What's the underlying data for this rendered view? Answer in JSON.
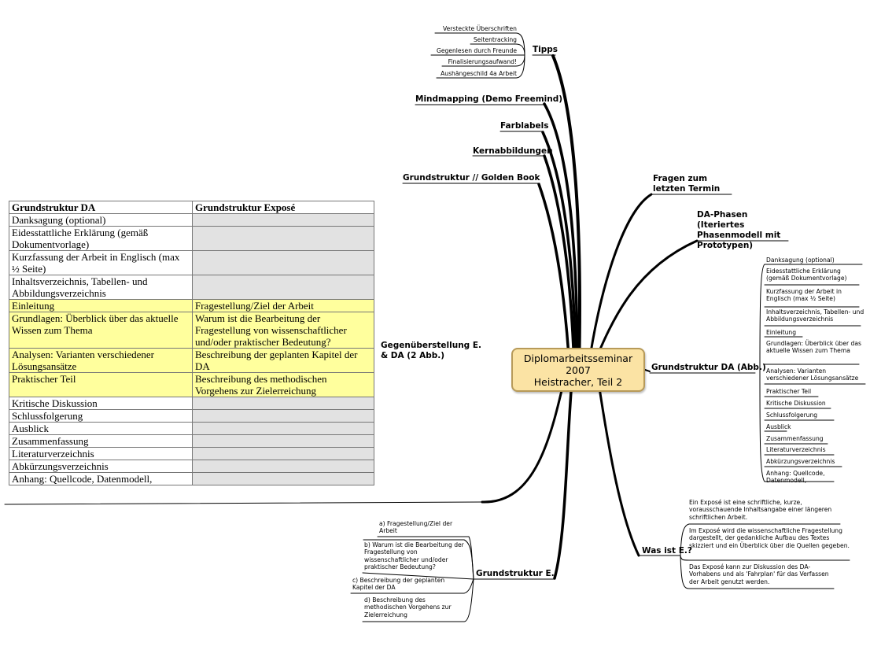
{
  "center": {
    "lines": [
      "Diplomarbeitsseminar",
      "2007",
      "Heistracher, Teil 2"
    ]
  },
  "left_branches": {
    "tipps": "Tipps",
    "mindmapping": "Mindmapping (Demo Freemind)",
    "farblabels": "Farblabels",
    "kernabbildungen": "Kernabbildungen",
    "golden_book": "Grundstruktur // Golden Book",
    "gegenueberstellung": "Gegenüberstellung E. & DA (2 Abb.)",
    "grundstruktur_e": "Grundstruktur E."
  },
  "tipps_items": [
    "Versteckte Überschriften",
    "Seitentracking",
    "Gegenlesen durch Freunde",
    "Finalisierungsaufwand!",
    "Aushängeschild 4a Arbeit"
  ],
  "grundstruktur_e_items": [
    "a) Fragestellung/Ziel der Arbeit",
    "b) Warum ist die Bearbeitung der Fragestellung von wissenschaftlicher und/oder praktischer Bedeutung?",
    "c) Beschreibung der geplanten Kapitel der DA",
    "d) Beschreibung des methodischen Vorgehens zur Zielerreichung"
  ],
  "right_branches": {
    "fragen": "Fragen zum letzten Termin",
    "phasen": "DA-Phasen (Iteriertes Phasenmodell mit Prototypen)",
    "grundstruktur_da_abb": "Grundstruktur DA (Abb.)",
    "was_ist": "Was ist E.?"
  },
  "da_items": [
    "Danksagung (optional)",
    "Eidesstattliche Erklärung (gemäß Dokumentvorlage)",
    "Kurzfassung der Arbeit in Englisch (max ½ Seite)",
    "Inhaltsverzeichnis, Tabellen- und Abbildungsverzeichnis",
    "Einleitung",
    "Grundlagen: Überblick über das aktuelle Wissen zum Thema",
    "Analysen: Varianten verschiedener Lösungsansätze",
    "Praktischer Teil",
    "Kritische Diskussion",
    "Schlussfolgerung",
    "Ausblick",
    "Zusammenfassung",
    "Literaturverzeichnis",
    "Abkürzungsverzeichnis",
    "Anhang: Quellcode, Datenmodell,"
  ],
  "was_ist_items": [
    "Ein Exposé ist eine schriftliche, kurze, vorausschauende Inhaltsangabe einer längeren schriftlichen Arbeit.",
    "Im Exposé wird die wissenschaftliche Fragestellung dargestellt, der gedankliche Aufbau des Textes skizziert und ein Überblick über die Quellen gegeben.",
    "Das Exposé kann zur Diskussion des DA-Vorhabens und als 'Fahrplan' für das Verfassen der Arbeit genutzt werden."
  ],
  "table": {
    "headers": [
      "Grundstruktur DA",
      "Grundstruktur Exposé"
    ],
    "rows": [
      [
        "Danksagung (optional)",
        ""
      ],
      [
        "Eidesstattliche Erklärung (gemäß Dokumentvorlage)",
        ""
      ],
      [
        "Kurzfassung der Arbeit in Englisch (max ½ Seite)",
        ""
      ],
      [
        "Inhaltsverzeichnis, Tabellen- und Abbildungsverzeichnis",
        ""
      ],
      [
        "Einleitung",
        "Fragestellung/Ziel der Arbeit"
      ],
      [
        "Grundlagen: Überblick über das aktuelle Wissen zum Thema",
        "Warum ist die Bearbeitung der Fragestellung von wissenschaftlicher und/oder praktischer Bedeutung?"
      ],
      [
        "Analysen: Varianten verschiedener Lösungsansätze",
        "Beschreibung der geplanten Kapitel der DA"
      ],
      [
        "Praktischer Teil",
        "Beschreibung des methodischen Vorgehens zur Zielerreichung"
      ],
      [
        "Kritische Diskussion",
        ""
      ],
      [
        "Schlussfolgerung",
        ""
      ],
      [
        "Ausblick",
        ""
      ],
      [
        "Zusammenfassung",
        ""
      ],
      [
        "Literaturverzeichnis",
        ""
      ],
      [
        "Abkürzungsverzeichnis",
        ""
      ],
      [
        "Anhang: Quellcode, Datenmodell,",
        ""
      ]
    ]
  },
  "colors": {
    "center_fill": "#fbe3a4",
    "center_border": "#b79a59",
    "highlight_rows": "#ffff9d",
    "empty_cells": "#e2e2e2"
  }
}
